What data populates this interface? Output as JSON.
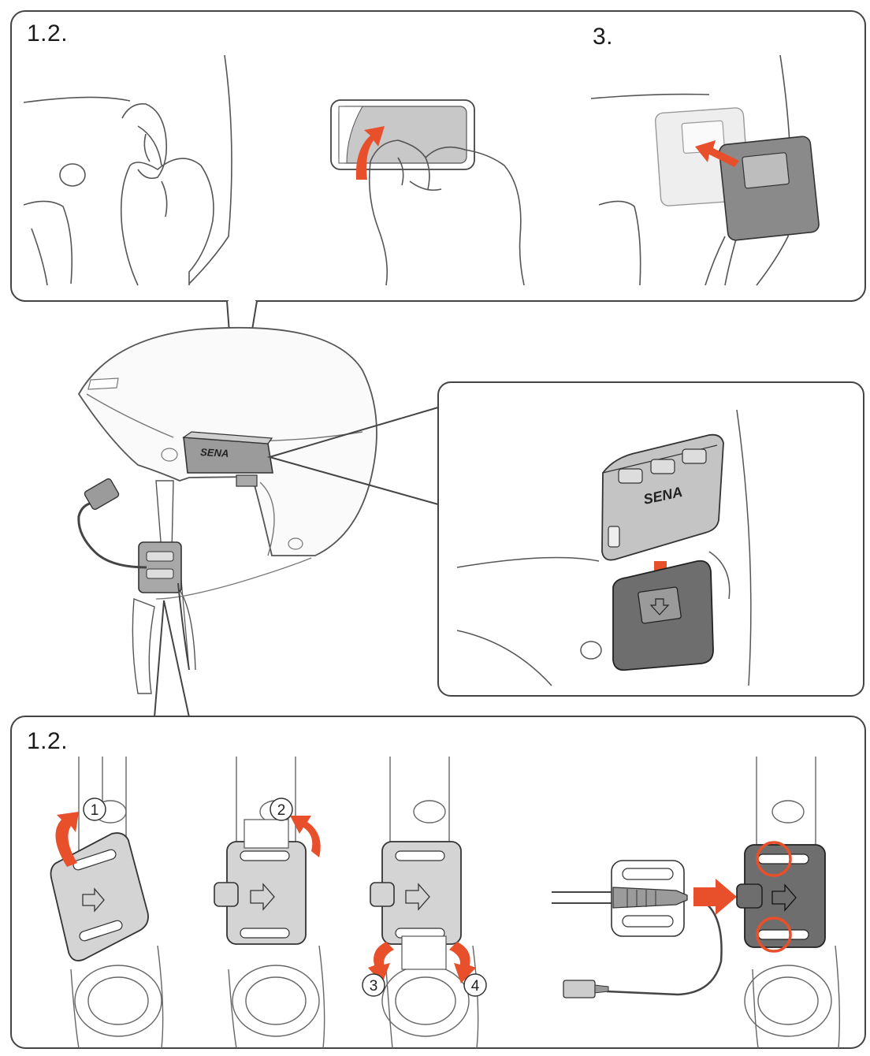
{
  "top_panel": {
    "label_left": "1.2.",
    "label_right": "3."
  },
  "bottom_panel": {
    "label": "1.2.",
    "steps": [
      "1",
      "2",
      "3",
      "4"
    ]
  },
  "brand": {
    "name": "SENA"
  },
  "colors": {
    "accent": "#e8502c",
    "outline": "#444444",
    "shade": "#9a9a9a",
    "dark": "#6e6e6e"
  }
}
